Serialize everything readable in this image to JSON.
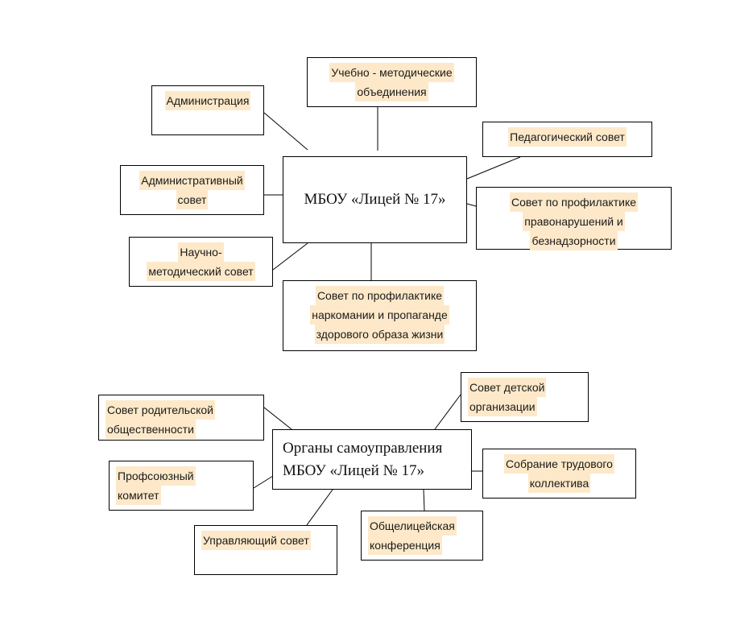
{
  "diagram1": {
    "center": [
      "МБОУ «Лицей № 17»"
    ],
    "nodes": [
      {
        "id": "administration",
        "lines": [
          "Администрация"
        ]
      },
      {
        "id": "methodical-associations",
        "lines": [
          "Учебно - методические",
          "объединения"
        ]
      },
      {
        "id": "pedagogical-council",
        "lines": [
          "Педагогический совет"
        ]
      },
      {
        "id": "administrative-council",
        "lines": [
          "Административный",
          "совет"
        ]
      },
      {
        "id": "offense-prevention-council",
        "lines": [
          "Совет по профилактике",
          "правонарушений и",
          "безнадзорности"
        ]
      },
      {
        "id": "scientific-methodical-council",
        "lines": [
          "Научно-",
          "методический совет"
        ]
      },
      {
        "id": "drug-prevention-council",
        "lines": [
          "Совет по профилактике",
          "наркомании и пропаганде",
          "здорового образа жизни"
        ]
      }
    ]
  },
  "diagram2": {
    "center": [
      "Органы самоуправления",
      "МБОУ «Лицей № 17»"
    ],
    "nodes": [
      {
        "id": "parent-council",
        "lines": [
          "Совет родительской",
          "общественности"
        ]
      },
      {
        "id": "children-org-council",
        "lines": [
          "Совет детской",
          "организации"
        ]
      },
      {
        "id": "trade-union",
        "lines": [
          "Профсоюзный",
          "комитет"
        ]
      },
      {
        "id": "labor-collective-meeting",
        "lines": [
          "Собрание трудового",
          "коллектива"
        ]
      },
      {
        "id": "governing-council",
        "lines": [
          "Управляющий совет"
        ]
      },
      {
        "id": "lyceum-conference",
        "lines": [
          "Общелицейская",
          "конференция"
        ]
      }
    ]
  }
}
